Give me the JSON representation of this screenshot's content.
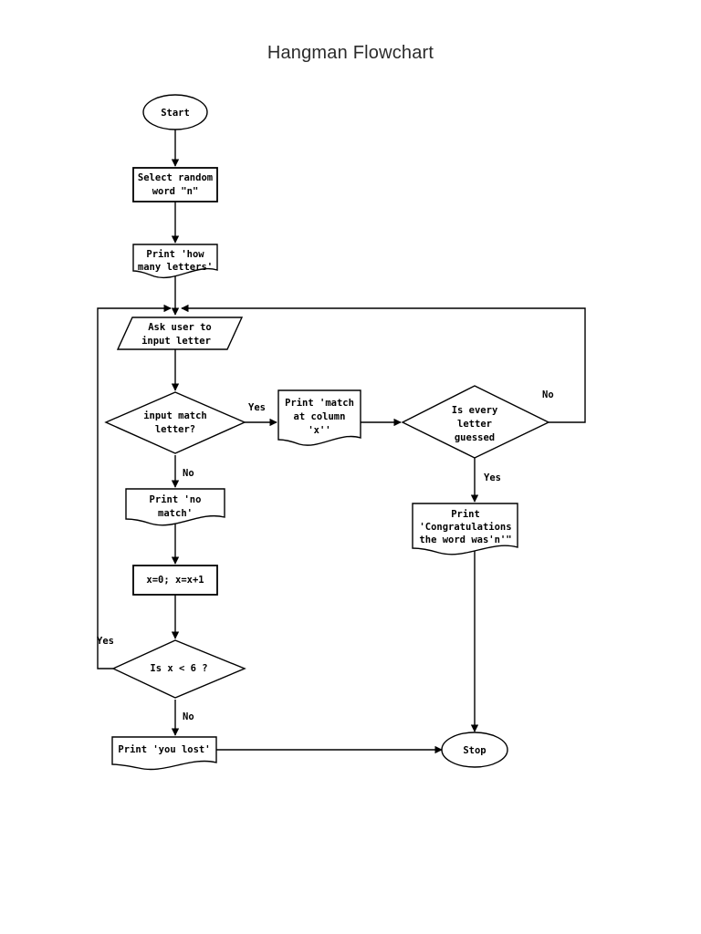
{
  "page": {
    "title": "Hangman Flowchart"
  },
  "chart_data": {
    "type": "flowchart",
    "title": "Hangman Flowchart",
    "nodes": [
      {
        "id": "start",
        "shape": "terminator",
        "lines": [
          "Start"
        ]
      },
      {
        "id": "select_word",
        "shape": "process",
        "lines": [
          "Select random",
          "word \"n\""
        ]
      },
      {
        "id": "print_how",
        "shape": "document",
        "lines": [
          "Print 'how",
          "many letters'"
        ]
      },
      {
        "id": "ask_user",
        "shape": "parallelogram",
        "lines": [
          "Ask user to",
          "input letter"
        ]
      },
      {
        "id": "input_match",
        "shape": "decision",
        "lines": [
          "input match",
          "letter?"
        ]
      },
      {
        "id": "print_match",
        "shape": "document",
        "lines": [
          "Print 'match",
          "at column",
          "'x''"
        ]
      },
      {
        "id": "every_letter",
        "shape": "decision",
        "lines": [
          "Is every",
          "letter",
          "guessed"
        ]
      },
      {
        "id": "print_congrats",
        "shape": "document",
        "lines": [
          "Print",
          "'Congratulations",
          "the word was'n'\""
        ]
      },
      {
        "id": "print_no",
        "shape": "document",
        "lines": [
          "Print 'no",
          "match'"
        ]
      },
      {
        "id": "counter",
        "shape": "process",
        "lines": [
          "x=0; x=x+1"
        ]
      },
      {
        "id": "is_x_lt_6",
        "shape": "decision",
        "lines": [
          "Is x < 6 ?"
        ]
      },
      {
        "id": "print_lost",
        "shape": "document",
        "lines": [
          "Print 'you lost'"
        ]
      },
      {
        "id": "stop",
        "shape": "terminator",
        "lines": [
          "Stop"
        ]
      }
    ],
    "edges": [
      {
        "from": "start",
        "to": "select_word",
        "label": ""
      },
      {
        "from": "select_word",
        "to": "print_how",
        "label": ""
      },
      {
        "from": "print_how",
        "to": "ask_user",
        "label": ""
      },
      {
        "from": "ask_user",
        "to": "input_match",
        "label": ""
      },
      {
        "from": "input_match",
        "to": "print_match",
        "label": "Yes"
      },
      {
        "from": "input_match",
        "to": "print_no",
        "label": "No"
      },
      {
        "from": "print_match",
        "to": "every_letter",
        "label": ""
      },
      {
        "from": "every_letter",
        "to": "ask_user",
        "label": "No"
      },
      {
        "from": "every_letter",
        "to": "print_congrats",
        "label": "Yes"
      },
      {
        "from": "print_congrats",
        "to": "stop",
        "label": ""
      },
      {
        "from": "print_no",
        "to": "counter",
        "label": ""
      },
      {
        "from": "counter",
        "to": "is_x_lt_6",
        "label": ""
      },
      {
        "from": "is_x_lt_6",
        "to": "ask_user",
        "label": "Yes"
      },
      {
        "from": "is_x_lt_6",
        "to": "print_lost",
        "label": "No"
      },
      {
        "from": "print_lost",
        "to": "stop",
        "label": ""
      }
    ],
    "edge_labels": {
      "match_yes": "Yes",
      "match_no": "No",
      "guessed_no": "No",
      "guessed_yes": "Yes",
      "loop_yes": "Yes",
      "lost_no": "No"
    },
    "colors": {
      "stroke": "#000000",
      "fill": "#ffffff",
      "title": "#2b2b2b"
    }
  },
  "labels": {
    "start": "Start",
    "select_word_l1": "Select random",
    "select_word_l2": "word \"n\"",
    "print_how_l1": "Print 'how",
    "print_how_l2": "many letters'",
    "ask_user_l1": "Ask user to",
    "ask_user_l2": "input letter",
    "input_match_l1": "input match",
    "input_match_l2": "letter?",
    "print_match_l1": "Print 'match",
    "print_match_l2": "at column",
    "print_match_l3": "'x''",
    "every_letter_l1": "Is every",
    "every_letter_l2": "letter",
    "every_letter_l3": "guessed",
    "print_congrats_l1": "Print",
    "print_congrats_l2": "'Congratulations",
    "print_congrats_l3": "the word was'n'\"",
    "print_no_l1": "Print 'no",
    "print_no_l2": "match'",
    "counter_l1": "x=0; x=x+1",
    "is_x_lt_6_l1": "Is x < 6 ?",
    "print_lost_l1": "Print 'you lost'",
    "stop": "Stop",
    "yes_match": "Yes",
    "no_match": "No",
    "no_guessed": "No",
    "yes_guessed": "Yes",
    "yes_loop": "Yes",
    "no_lost": "No"
  }
}
